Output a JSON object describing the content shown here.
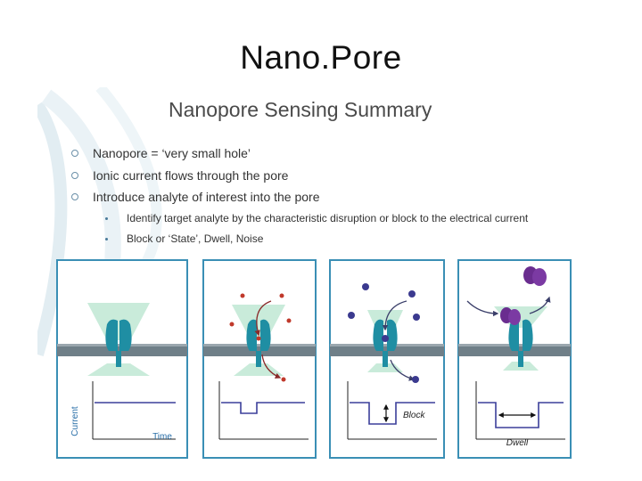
{
  "slide": {
    "title": "Nano.Pore"
  },
  "figure": {
    "title": "Nanopore Sensing Summary",
    "bullets": [
      "Nanopore = ‘very small hole’",
      "Ionic current flows through the pore",
      "Introduce analyte of interest into the pore"
    ],
    "sub_bullets": [
      "Identify target analyte by the characteristic disruption or block to the electrical current",
      "Block or ‘State’, Dwell, Noise"
    ],
    "panels": {
      "axis_current": "Current",
      "axis_time": "Time",
      "block_label": "Block",
      "dwell_label": "Dwell"
    },
    "colors": {
      "frame": "#3a8fb5",
      "pore_cone": "#bfe8d3",
      "protein": "#1f8ea3",
      "membrane": "#6f7f88",
      "trace": "#3b3f9a",
      "ion": "#c0392b",
      "analyte": "#3b3a8f",
      "protein_analyte": "#6a2d8f"
    }
  }
}
